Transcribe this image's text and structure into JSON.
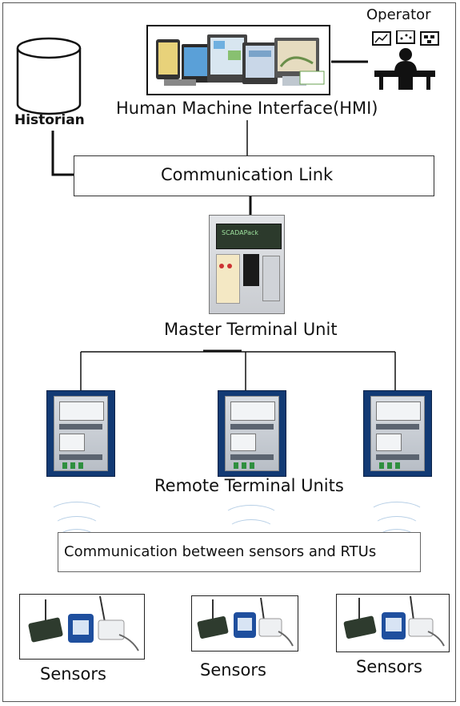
{
  "diagram": {
    "operator_label": "Operator",
    "historian_label": "Historian",
    "hmi_label": "Human Machine Interface(HMI)",
    "comm_link_label": "Communication Link",
    "mtu_label": "Master Terminal Unit",
    "mtu_device_text": "SCADAPack",
    "rtu_label": "Remote Terminal Units",
    "sensor_comm_label": "Communication between sensors and RTUs",
    "sensors": [
      {
        "label": "Sensors"
      },
      {
        "label": "Sensors"
      },
      {
        "label": "Sensors"
      }
    ]
  }
}
